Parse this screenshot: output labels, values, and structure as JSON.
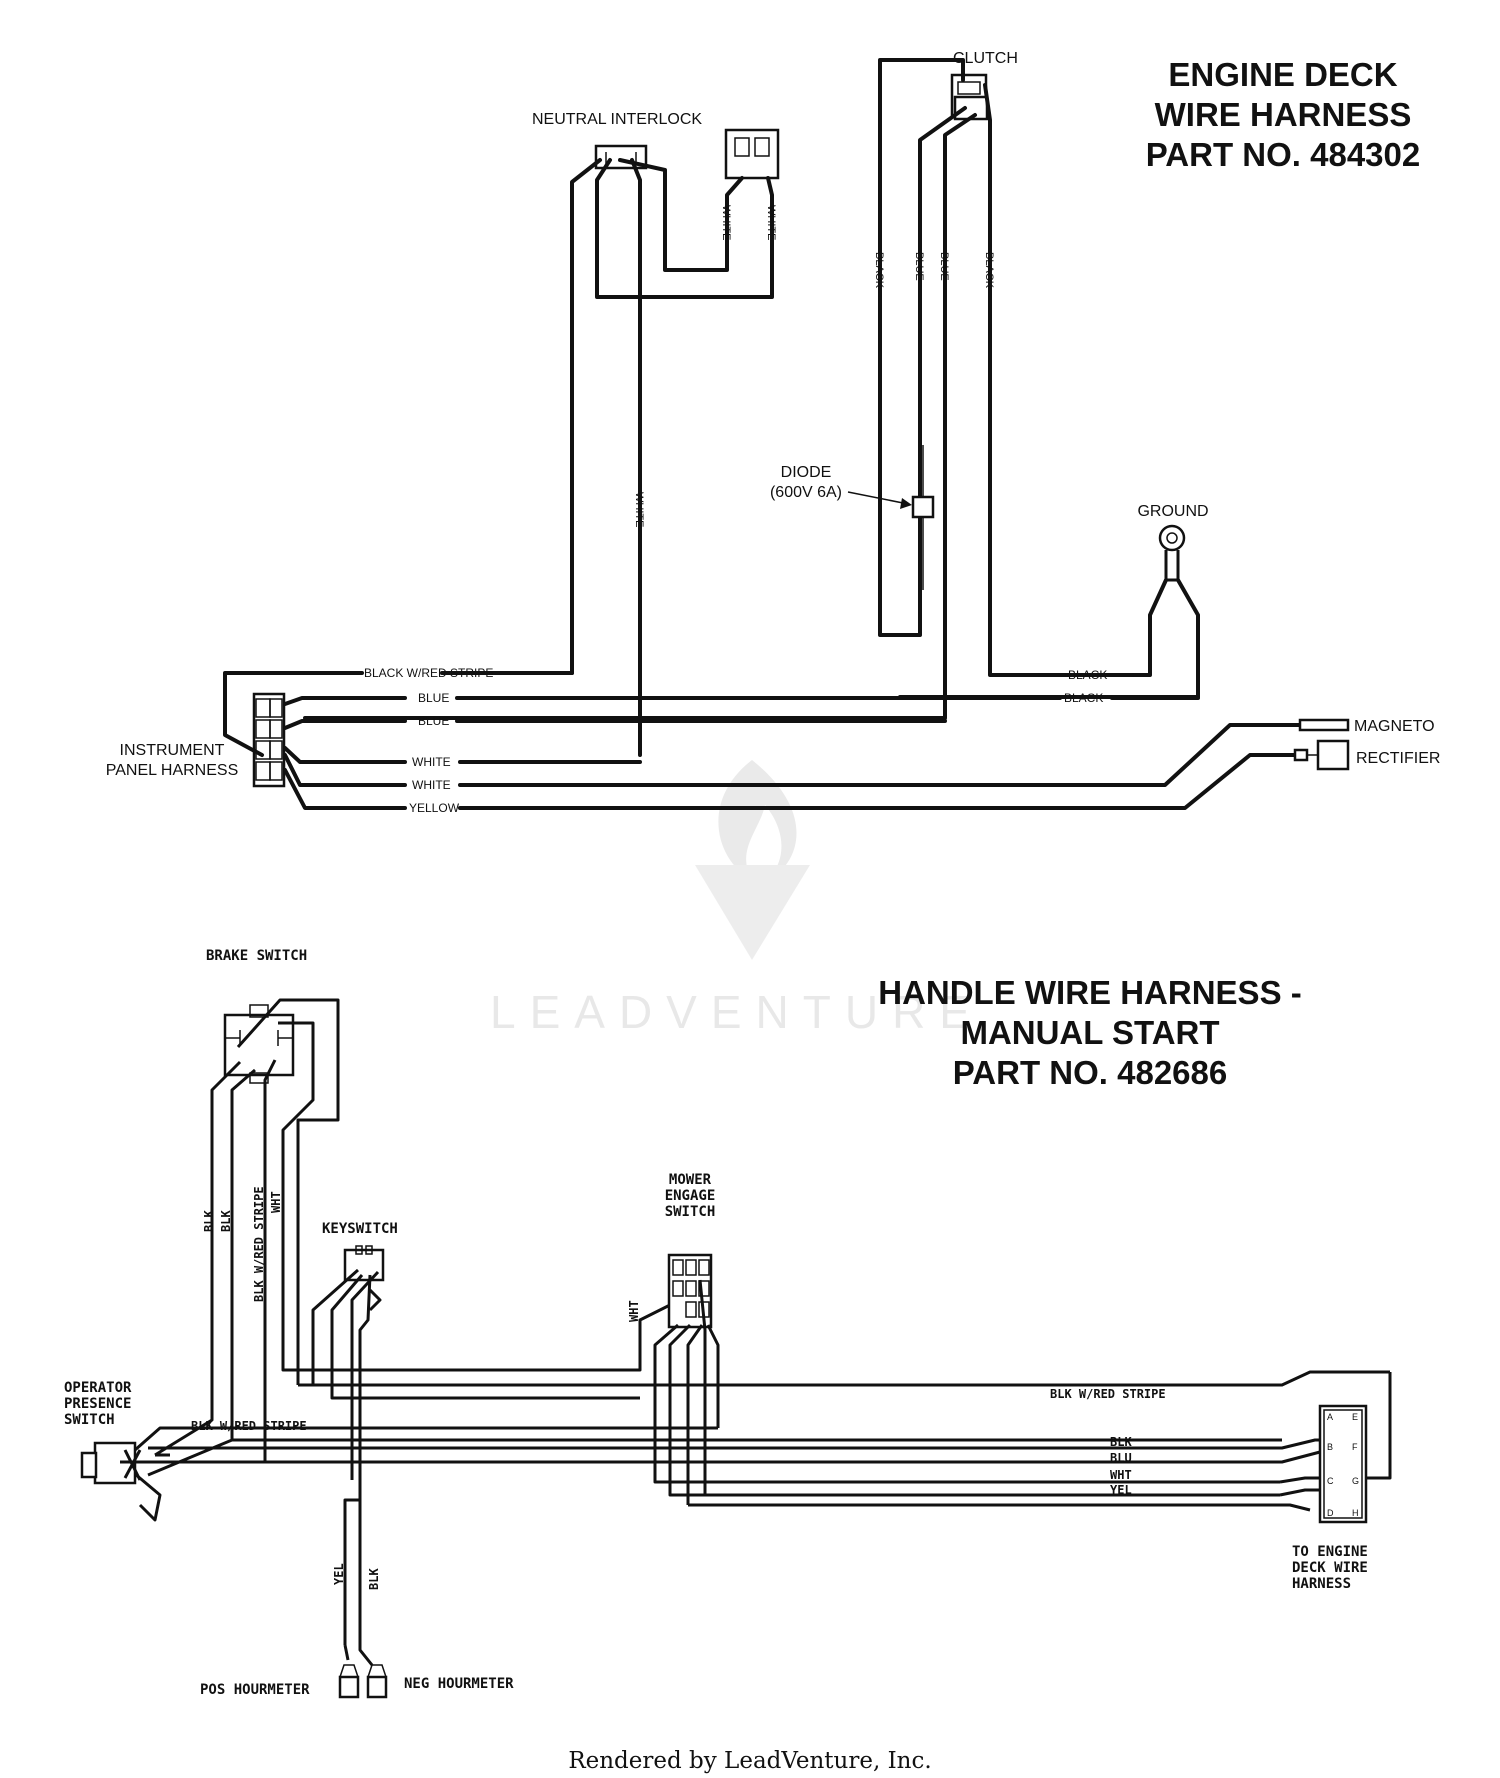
{
  "engine_deck": {
    "title_lines": [
      "ENGINE DECK",
      "WIRE HARNESS",
      "PART NO. 484302"
    ],
    "components": {
      "neutral_interlock": "NEUTRAL INTERLOCK",
      "clutch": "CLUTCH",
      "diode": [
        "DIODE",
        "(600V 6A)"
      ],
      "ground": "GROUND",
      "instrument_panel": [
        "INSTRUMENT",
        "PANEL HARNESS"
      ],
      "magneto": "MAGNETO",
      "rectifier": "RECTIFIER"
    },
    "wire_labels": {
      "white_a": "WHITE",
      "white_b": "WHITE",
      "white_long": "WHITE",
      "clutch_black_left": "BLACK",
      "clutch_blue_a": "BLUE",
      "clutch_blue_b": "BLUE",
      "clutch_black_right": "BLACK",
      "black_red_stripe": "BLACK W/RED STRIPE",
      "blue_1": "BLUE",
      "blue_2": "BLUE",
      "white_1": "WHITE",
      "white_2": "WHITE",
      "yellow": "YELLOW",
      "black_1": "BLACK",
      "black_2": "BLACK"
    }
  },
  "handle": {
    "title_lines": [
      "HANDLE WIRE HARNESS -",
      "MANUAL START",
      "PART NO. 482686"
    ],
    "components": {
      "brake_switch": "BRAKE SWITCH",
      "keyswitch": "KEYSWITCH",
      "mower_engage": [
        "MOWER",
        "ENGAGE",
        "SWITCH"
      ],
      "operator_presence": [
        "OPERATOR",
        "PRESENCE",
        "SWITCH"
      ],
      "to_engine_deck": [
        "TO ENGINE",
        "DECK WIRE",
        "HARNESS"
      ],
      "pos_hourmeter": "POS HOURMETER",
      "neg_hourmeter": "NEG HOURMETER"
    },
    "wire_labels": {
      "blk_1": "BLK",
      "blk_2": "BLK",
      "blk_red_vertical": "BLK W/RED STRIPE",
      "wht_vertical": "WHT",
      "wht_mower": "WHT",
      "blk_red_stripe_top": "BLK W/RED STRIPE",
      "blk_red_stripe_left": "BLK W/RED STRIPE",
      "blk_right": "BLK",
      "blu_right": "BLU",
      "wht_right": "WHT",
      "yel_right": "YEL",
      "yel_bottom": "YEL",
      "blk_bottom": "BLK"
    },
    "connector_pins": [
      "A",
      "B",
      "C",
      "D",
      "E",
      "F",
      "G",
      "H"
    ]
  },
  "watermark": "LEADVENTURE",
  "footer": "Rendered by LeadVenture, Inc."
}
